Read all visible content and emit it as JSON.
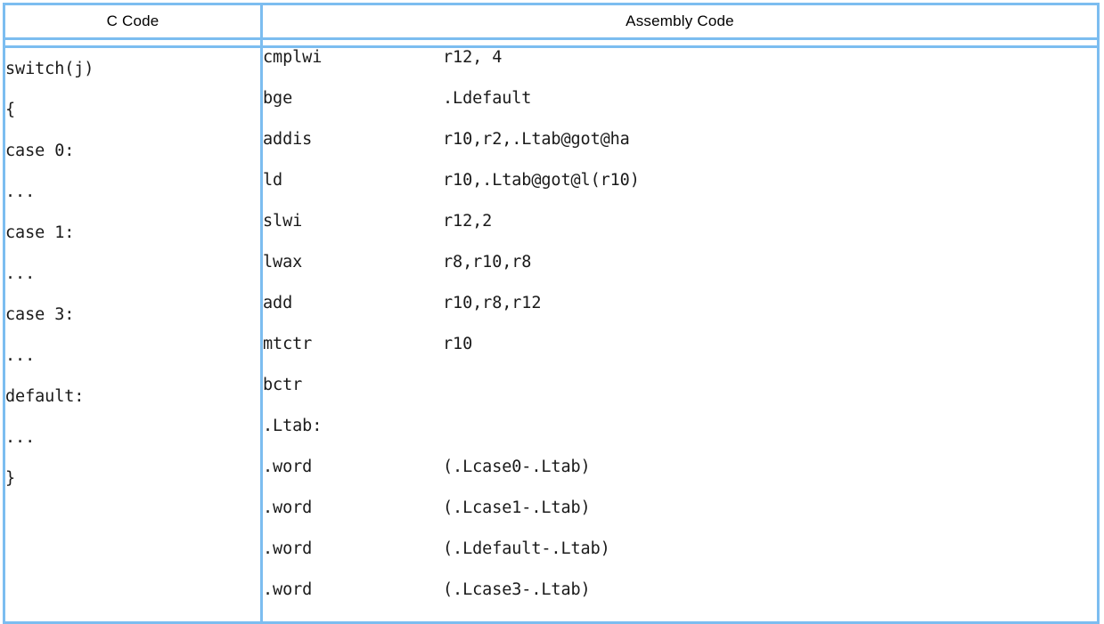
{
  "table": {
    "columns": [
      {
        "id": "c-code",
        "label": "C Code"
      },
      {
        "id": "assembly-code",
        "label": "Assembly Code"
      }
    ],
    "border_color": "#7cbdf0",
    "text_color": "#1a1a1a",
    "rows": [
      {
        "c": "switch(j)",
        "mnemonic": "cmplwi",
        "operand": "r12, 4"
      },
      {
        "c": "{",
        "mnemonic": "bge",
        "operand": ".Ldefault"
      },
      {
        "c": "case 0:",
        "mnemonic": "addis",
        "operand": "r10,r2,.Ltab@got@ha"
      },
      {
        "c": "...",
        "mnemonic": "ld",
        "operand": "r10,.Ltab@got@l(r10)"
      },
      {
        "c": "case 1:",
        "mnemonic": "slwi",
        "operand": "r12,2"
      },
      {
        "c": "...",
        "mnemonic": "lwax",
        "operand": "r8,r10,r8"
      },
      {
        "c": "case 3:",
        "mnemonic": "add",
        "operand": "r10,r8,r12"
      },
      {
        "c": "...",
        "mnemonic": "mtctr",
        "operand": "r10"
      },
      {
        "c": "default:",
        "mnemonic": "bctr",
        "operand": ""
      },
      {
        "c": "...",
        "mnemonic": ".Ltab:",
        "operand": ""
      },
      {
        "c": "}",
        "mnemonic": ".word",
        "operand": "(.Lcase0-.Ltab)"
      },
      {
        "c": "",
        "mnemonic": ".word",
        "operand": "(.Lcase1-.Ltab)"
      },
      {
        "c": "",
        "mnemonic": ".word",
        "operand": "(.Ldefault-.Ltab)"
      },
      {
        "c": "",
        "mnemonic": ".word",
        "operand": "(.Lcase3-.Ltab)"
      }
    ]
  }
}
